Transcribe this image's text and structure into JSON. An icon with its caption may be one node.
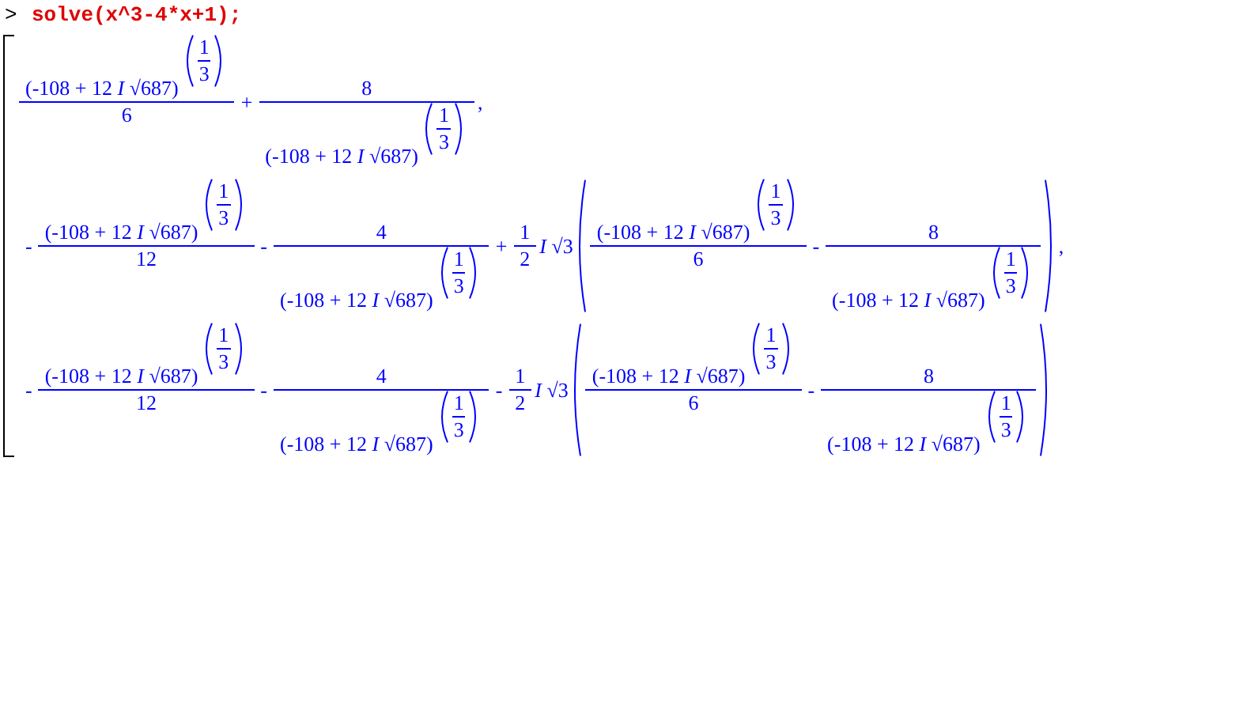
{
  "diagram": {
    "labels": [
      ">",
      "solve(x^3-4*x+1);",
      "(-108 + 12 *I* √687)",
      "1",
      "3",
      "6",
      "+",
      "8",
      "(-108 + 12 *I* √687)",
      "1",
      "3",
      ",",
      "-",
      "(-108 + 12 *I* √687)",
      "1",
      "3",
      "12",
      "-",
      "4",
      "(-108 + 12 *I* √687)",
      "1",
      "3",
      "+",
      "1",
      "2",
      "*I* √3",
      "(-108 + 12 *I* √687)",
      "1",
      "3",
      "6",
      "-",
      "8",
      "(-108 + 12 *I* √687)",
      "1",
      "3",
      ",",
      "-",
      "(-108 + 12 *I* √687)",
      "1",
      "3",
      "12",
      "-",
      "4",
      "(-108 + 12 *I* √687)",
      "1",
      "3",
      "-",
      "1",
      "2",
      "*I* √3",
      "(-108 + 12 *I* √687)",
      "1",
      "3",
      "6",
      "-",
      "8",
      "(-108 + 12 *I* √687)",
      "1",
      "3"
    ]
  }
}
